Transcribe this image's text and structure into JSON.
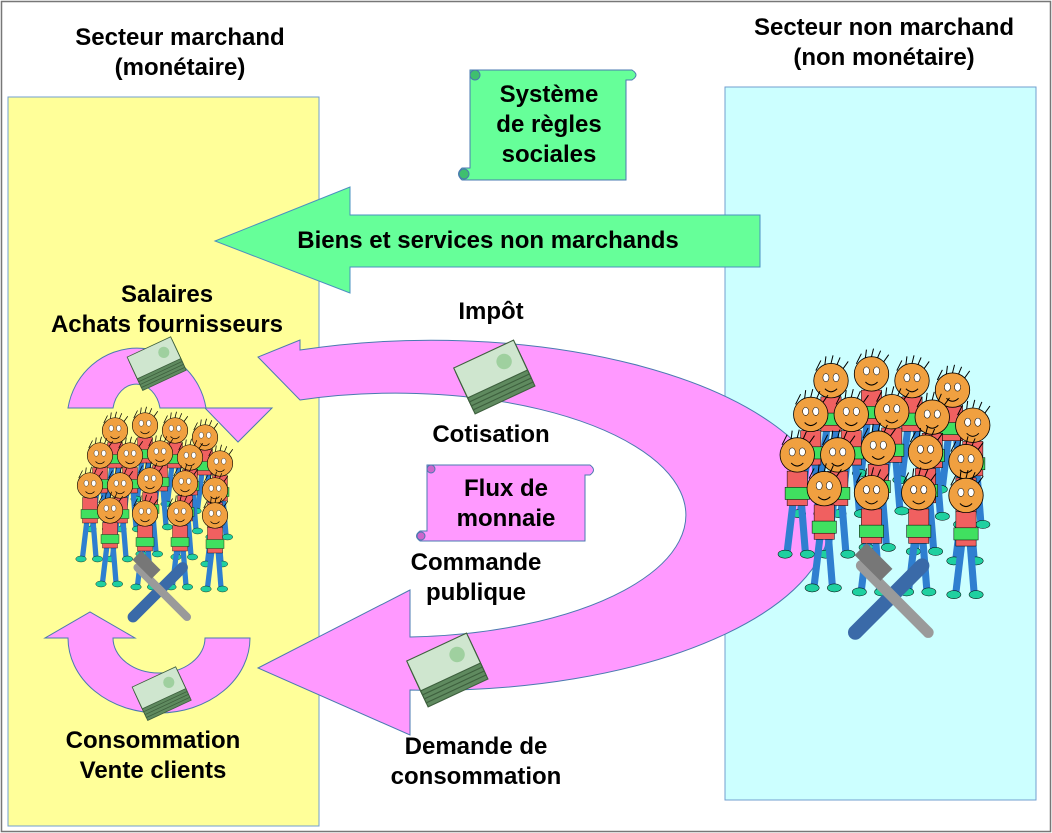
{
  "market_sector": {
    "title_line1": "Secteur marchand",
    "title_line2": "(monétaire)",
    "color": "#ffff99"
  },
  "non_market_sector": {
    "title_line1": "Secteur non marchand",
    "title_line2": "(non monétaire)",
    "color": "#ccffff"
  },
  "rules_scroll": {
    "line1": "Système",
    "line2": "de règles",
    "line3": "sociales",
    "color": "#66ff99"
  },
  "money_scroll": {
    "line1": "Flux de",
    "line2": "monnaie",
    "color": "#ff99ff"
  },
  "services_arrow": {
    "label": "Biens et services non marchands",
    "color": "#66ff99"
  },
  "money_flow_color": "#ff99ff",
  "labels": {
    "wages_line1": "Salaires",
    "wages_line2": "Achats fournisseurs",
    "tax": "Impôt",
    "contribution": "Cotisation",
    "public_order_line1": "Commande",
    "public_order_line2": "publique",
    "demand_line1": "Demande de",
    "demand_line2": "consommation",
    "consumption_line1": "Consommation",
    "consumption_line2": "Vente clients"
  },
  "icons": [
    "crowd-of-people",
    "tools-hammer-wrench",
    "money-stack"
  ]
}
